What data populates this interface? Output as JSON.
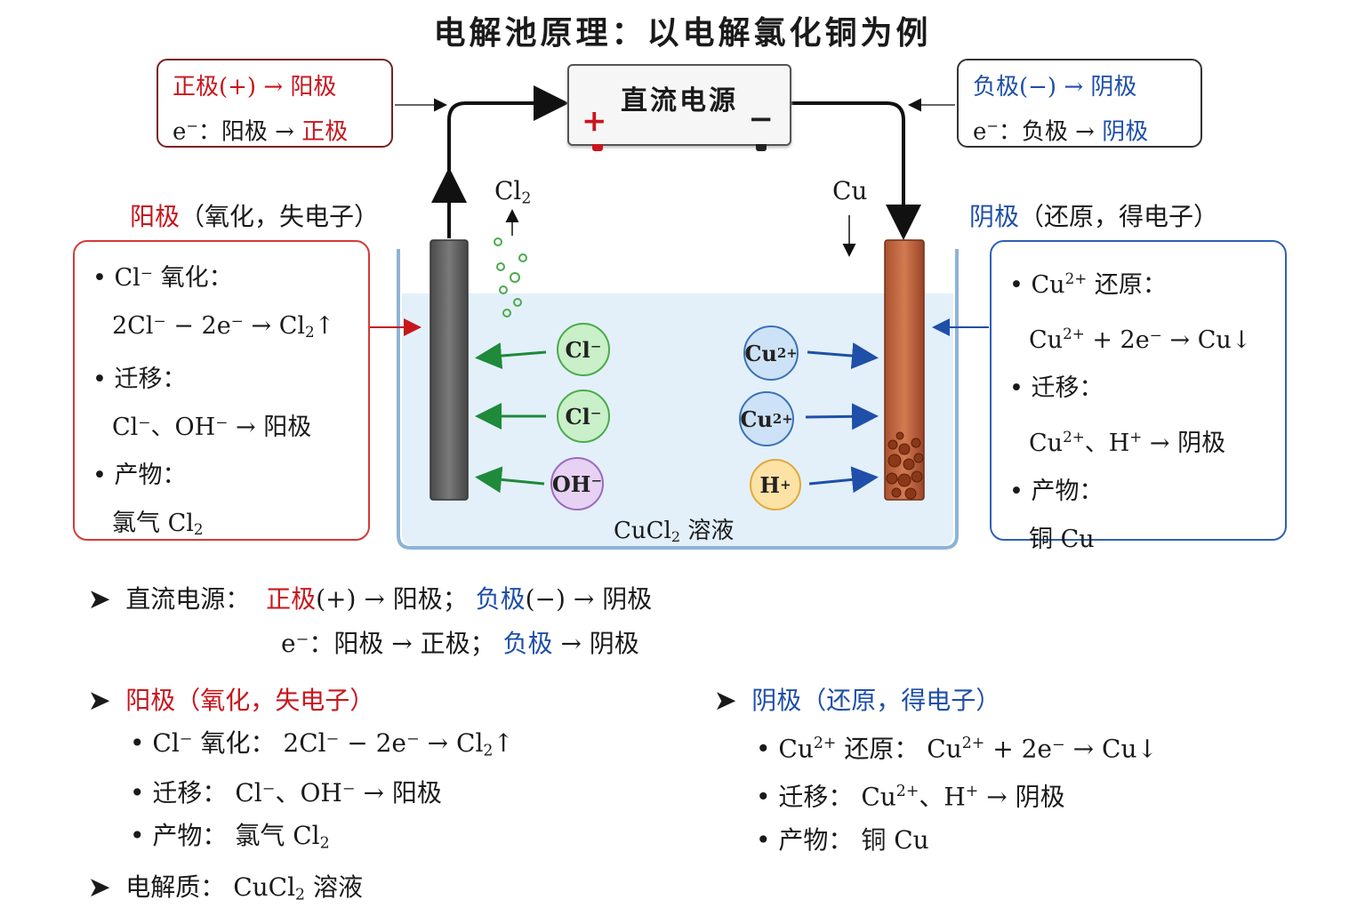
{
  "title": "电解池原理：以电解氯化铜为例",
  "top_left_box": {
    "line1_pre": "正极(+) → ",
    "line1_post": "阳极",
    "line2_pre": "e",
    "line2_mid": "：阳极 → ",
    "line2_post": "正极"
  },
  "power_supply": {
    "label": "直流电源",
    "plus": "+",
    "minus": "−"
  },
  "top_right_box": {
    "line1_pre": "负极(−) → ",
    "line1_post": "阴极",
    "line2_pre": "e",
    "line2_mid": "：负极 → ",
    "line2_post": "阴极"
  },
  "anode_heading": {
    "name": "阳极",
    "desc": "（氧化，失电子）"
  },
  "cathode_heading": {
    "name": "阴极",
    "desc": "（还原，得电子）"
  },
  "gas_label": "Cl",
  "gas_sub": "2",
  "metal_label": "Cu",
  "anode_box": {
    "b1": "Cl⁻ 氧化：",
    "eq1": "2Cl⁻ − 2e⁻ → Cl",
    "eq1_sub": "2",
    "eq1_end": "↑",
    "b2": "迁移：",
    "eq2": "Cl⁻、OH⁻ → 阳极",
    "b3": "产物：",
    "eq3": "氯气 Cl",
    "eq3_sub": "2"
  },
  "cathode_box": {
    "b1_a": "Cu",
    "b1_sup": "2+",
    "b1_b": " 还原：",
    "eq1_a": "Cu",
    "eq1_sup": "2+",
    "eq1_b": " + 2e⁻ → Cu↓",
    "b2": "迁移：",
    "eq2_a": "Cu",
    "eq2_sup": "2+",
    "eq2_b": "、H",
    "eq2_sup2": "+",
    "eq2_c": " → 阴极",
    "b3": "产物：",
    "eq3": "铜 Cu"
  },
  "ions": {
    "cl1": "Cl⁻",
    "cl2": "Cl⁻",
    "oh": "OH⁻",
    "cu1_a": "Cu",
    "cu1_sup": "2+",
    "cu2_a": "Cu",
    "cu2_sup": "2+",
    "h_a": "H",
    "h_sup": "+"
  },
  "solution_label": "CuCl",
  "solution_sub": "2",
  "solution_tail": " 溶液",
  "bottom": {
    "l1_head": "直流电源：",
    "l1_a": "正极",
    "l1_b": "(+) → 阳极；",
    "l1_c": "负极",
    "l1_d": "(−) → 阴极",
    "l2_a": "e⁻：阳极 → 正极；",
    "l2_b": "负极",
    "l2_c": " → 阴极",
    "anode_title": "阳极（氧化，失电子）",
    "anode_i1_a": "Cl⁻ 氧化：  2Cl⁻ − 2e⁻ → Cl",
    "anode_i1_sub": "2",
    "anode_i1_end": "↑",
    "anode_i2": "迁移：   Cl⁻、OH⁻ → 阳极",
    "anode_i3_a": "产物：   氯气 Cl",
    "anode_i3_sub": "2",
    "cathode_title": "阴极（还原，得电子）",
    "cathode_i1_a": "Cu",
    "cathode_i1_sup": "2+",
    "cathode_i1_b": " 还原：  Cu",
    "cathode_i1_sup2": "2+",
    "cathode_i1_c": " + 2e⁻ → Cu↓",
    "cathode_i2_a": "迁移：   Cu",
    "cathode_i2_sup": "2+",
    "cathode_i2_b": "、H",
    "cathode_i2_sup2": "+",
    "cathode_i2_c": " → 阴极",
    "cathode_i3": "产物：   铜 Cu",
    "electrolyte_head": "电解质：",
    "electrolyte_a": "CuCl",
    "electrolyte_sub": "2",
    "electrolyte_b": " 溶液"
  },
  "colors": {
    "red": "#c8161d",
    "blue": "#1f4fa8",
    "green_arrow": "#1e8a3a",
    "solution": "#e3f0fa"
  }
}
